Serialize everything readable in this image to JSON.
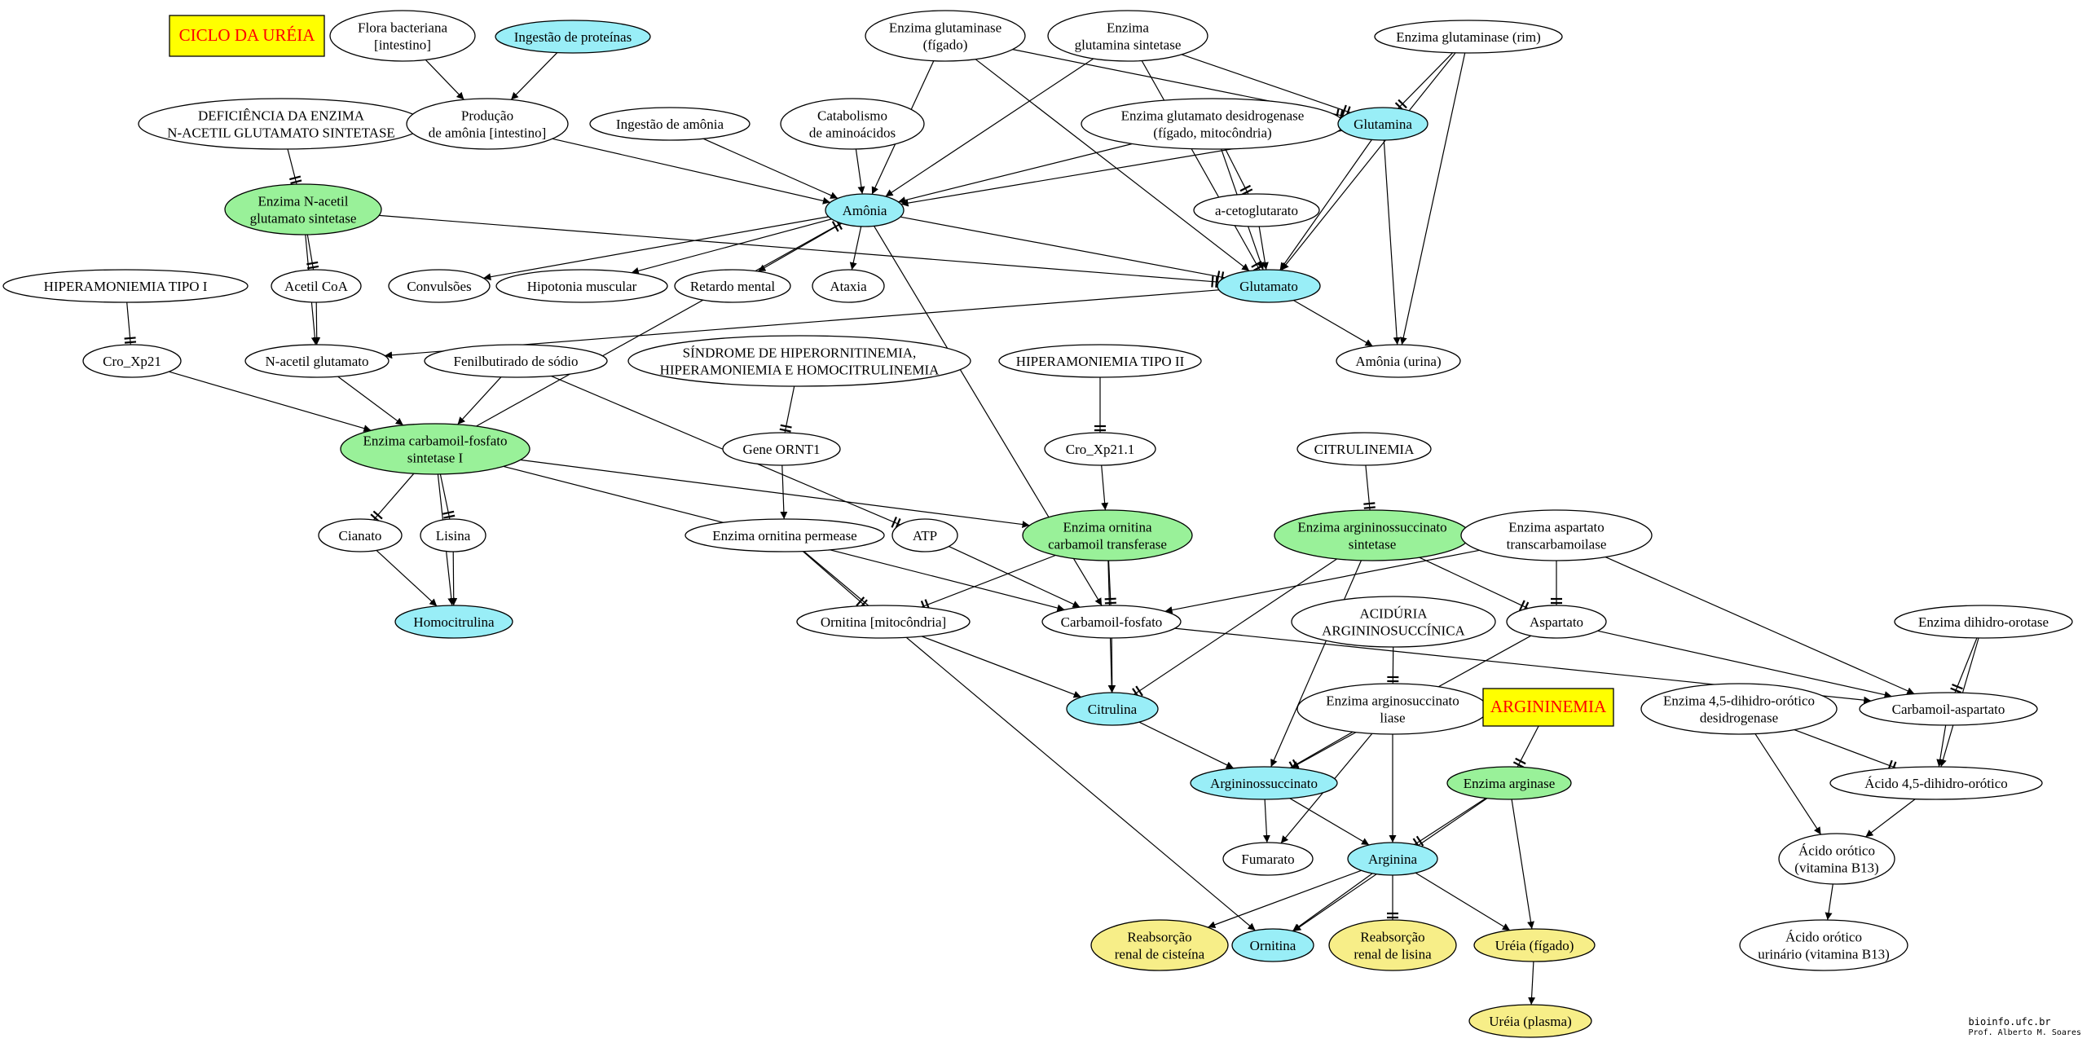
{
  "colors": {
    "cyan": "#99eef7",
    "green": "#99f199",
    "yellow": "#f7ee88",
    "box": "#ffff00",
    "box_text": "#ff0000",
    "white": "#ffffff"
  },
  "nodes": {
    "ciclo": {
      "lines": [
        "CICLO DA URÉIA"
      ],
      "shape": "box"
    },
    "flora": {
      "lines": [
        "Flora bacteriana",
        "[intestino]"
      ]
    },
    "ingprot": {
      "lines": [
        "Ingestão de proteínas"
      ],
      "fill": "cyan"
    },
    "enz_glnase_fig": {
      "lines": [
        "Enzima glutaminase",
        "(fígado)"
      ]
    },
    "enz_glnsint": {
      "lines": [
        "Enzima",
        "glutamina sintetase"
      ]
    },
    "enz_glnase_rim": {
      "lines": [
        "Enzima glutaminase (rim)"
      ]
    },
    "deficiencia": {
      "lines": [
        "DEFICIÊNCIA DA ENZIMA",
        "N-ACETIL GLUTAMATO SINTETASE"
      ]
    },
    "producao": {
      "lines": [
        "Produção",
        "de amônia [intestino]"
      ]
    },
    "ingamonia": {
      "lines": [
        "Ingestão de amônia"
      ]
    },
    "catabolismo": {
      "lines": [
        "Catabolismo",
        "de aminoácidos"
      ]
    },
    "enz_gdh": {
      "lines": [
        "Enzima glutamato desidrogenase",
        "(fígado, mitocôndria)"
      ]
    },
    "glutamina": {
      "lines": [
        "Glutamina"
      ],
      "fill": "cyan"
    },
    "enz_nags": {
      "lines": [
        "Enzima N-acetil",
        "glutamato sintetase"
      ],
      "fill": "green"
    },
    "amonia": {
      "lines": [
        "Amônia"
      ],
      "fill": "cyan"
    },
    "acetoglut": {
      "lines": [
        "a-cetoglutarato"
      ]
    },
    "hiper1": {
      "lines": [
        "HIPERAMONIEMIA TIPO I"
      ]
    },
    "acetilcoa": {
      "lines": [
        "Acetil CoA"
      ]
    },
    "convulsoes": {
      "lines": [
        "Convulsões"
      ]
    },
    "hipotonia": {
      "lines": [
        "Hipotonia muscular"
      ]
    },
    "retardo": {
      "lines": [
        "Retardo mental"
      ]
    },
    "ataxia": {
      "lines": [
        "Ataxia"
      ]
    },
    "glutamato": {
      "lines": [
        "Glutamato"
      ],
      "fill": "cyan"
    },
    "croxp21": {
      "lines": [
        "Cro_Xp21"
      ]
    },
    "nacetil": {
      "lines": [
        "N-acetil glutamato"
      ]
    },
    "fenilbut": {
      "lines": [
        "Fenilbutirado de sódio"
      ]
    },
    "sindrome": {
      "lines": [
        "SÍNDROME DE HIPERORNITINEMIA,",
        "HIPERAMONIEMIA E HOMOCITRULINEMIA"
      ]
    },
    "hiper2": {
      "lines": [
        "HIPERAMONIEMIA TIPO II"
      ]
    },
    "amonia_urina": {
      "lines": [
        "Amônia (urina)"
      ]
    },
    "enz_cps": {
      "lines": [
        "Enzima carbamoil-fosfato",
        "sintetase I"
      ],
      "fill": "green"
    },
    "gene_ornt1": {
      "lines": [
        "Gene ORNT1"
      ]
    },
    "croxp211": {
      "lines": [
        "Cro_Xp21.1"
      ]
    },
    "citrulinemia": {
      "lines": [
        "CITRULINEMIA"
      ]
    },
    "cianato": {
      "lines": [
        "Cianato"
      ]
    },
    "lisina": {
      "lines": [
        "Lisina"
      ]
    },
    "enz_ornperm": {
      "lines": [
        "Enzima ornitina permease"
      ]
    },
    "atp": {
      "lines": [
        "ATP"
      ]
    },
    "enz_otc": {
      "lines": [
        "Enzima ornitina",
        "carbamoil transferase"
      ],
      "fill": "green"
    },
    "enz_ass": {
      "lines": [
        "Enzima argininossuccinato",
        "sintetase"
      ],
      "fill": "green"
    },
    "enz_atc": {
      "lines": [
        "Enzima  aspartato",
        "transcarbamoilase"
      ]
    },
    "homocit": {
      "lines": [
        "Homocitrulina"
      ],
      "fill": "cyan"
    },
    "ornmito": {
      "lines": [
        "Ornitina [mitocôndria]"
      ]
    },
    "carbfosf": {
      "lines": [
        "Carbamoil-fosfato"
      ]
    },
    "aciduria": {
      "lines": [
        "ACIDÚRIA",
        "ARGININOSUCCÍNICA"
      ]
    },
    "aspartato": {
      "lines": [
        "Aspartato"
      ]
    },
    "enz_dhoase": {
      "lines": [
        "Enzima dihidro-orotase"
      ]
    },
    "citrulina": {
      "lines": [
        "Citrulina"
      ],
      "fill": "cyan"
    },
    "enz_asl": {
      "lines": [
        "Enzima arginosuccinato",
        "liase"
      ]
    },
    "argininemia": {
      "lines": [
        "ARGININEMIA"
      ],
      "shape": "box"
    },
    "enz_dhodh": {
      "lines": [
        "Enzima 4,5-dihidro-orótico",
        "desidrogenase"
      ]
    },
    "carbasp": {
      "lines": [
        "Carbamoil-aspartato"
      ]
    },
    "argsucc": {
      "lines": [
        "Argininossuccinato"
      ],
      "fill": "cyan"
    },
    "enz_arginase": {
      "lines": [
        "Enzima arginase"
      ],
      "fill": "green"
    },
    "dihidroorot": {
      "lines": [
        "Ácido 4,5-dihidro-orótico"
      ]
    },
    "fumarato": {
      "lines": [
        "Fumarato"
      ]
    },
    "arginina": {
      "lines": [
        "Arginina"
      ],
      "fill": "cyan"
    },
    "acorotico": {
      "lines": [
        "Ácido orótico",
        "(vitamina B13)"
      ]
    },
    "reab_cist": {
      "lines": [
        "Reabsorção",
        "renal de cisteína"
      ],
      "fill": "yellow"
    },
    "ornitina": {
      "lines": [
        "Ornitina"
      ],
      "fill": "cyan"
    },
    "reab_lis": {
      "lines": [
        "Reabsorção",
        "renal de lisina"
      ],
      "fill": "yellow"
    },
    "ureia_fig": {
      "lines": [
        "Uréia (fígado)"
      ],
      "fill": "yellow"
    },
    "acorotico_ur": {
      "lines": [
        "Ácido orótico",
        "urinário (vitamina B13)"
      ]
    },
    "ureia_plasma": {
      "lines": [
        "Uréia (plasma)"
      ],
      "fill": "yellow"
    }
  },
  "edges": [
    {
      "from": "flora",
      "to": "producao",
      "type": "arrow"
    },
    {
      "from": "ingprot",
      "to": "producao",
      "type": "arrow"
    },
    {
      "from": "producao",
      "to": "amonia",
      "type": "arrow"
    },
    {
      "from": "ingamonia",
      "to": "amonia",
      "type": "arrow"
    },
    {
      "from": "catabolismo",
      "to": "amonia",
      "type": "arrow"
    },
    {
      "from": "enz_glnase_fig",
      "to": "amonia",
      "type": "arrow"
    },
    {
      "from": "enz_glnsint",
      "to": "amonia",
      "type": "arrow"
    },
    {
      "from": "enz_gdh",
      "to": "amonia",
      "type": "arrow"
    },
    {
      "from": "glutamina",
      "to": "amonia",
      "type": "arrow"
    },
    {
      "from": "enz_glnase_fig",
      "to": "glutamina",
      "type": "tee"
    },
    {
      "from": "enz_glnsint",
      "to": "glutamina",
      "type": "tee"
    },
    {
      "from": "enz_glnase_rim",
      "to": "glutamina",
      "type": "tee"
    },
    {
      "from": "enz_glnase_fig",
      "to": "glutamato",
      "type": "arrow"
    },
    {
      "from": "enz_glnsint",
      "to": "glutamato",
      "type": "tee"
    },
    {
      "from": "enz_gdh",
      "to": "glutamato",
      "type": "arrow"
    },
    {
      "from": "enz_gdh",
      "to": "acetoglut",
      "type": "tee"
    },
    {
      "from": "acetoglut",
      "to": "glutamato",
      "type": "arrow"
    },
    {
      "from": "glutamina",
      "to": "glutamato",
      "type": "arrow"
    },
    {
      "from": "enz_glnase_rim",
      "to": "glutamato",
      "type": "arrow"
    },
    {
      "from": "glutamina",
      "to": "amonia_urina",
      "type": "arrow"
    },
    {
      "from": "enz_glnase_rim",
      "to": "amonia_urina",
      "type": "arrow"
    },
    {
      "from": "glutamato",
      "to": "amonia_urina",
      "type": "arrow"
    },
    {
      "from": "amonia",
      "to": "glutamato",
      "type": "tee"
    },
    {
      "from": "amonia",
      "to": "convulsoes",
      "type": "arrow"
    },
    {
      "from": "amonia",
      "to": "hipotonia",
      "type": "arrow"
    },
    {
      "from": "amonia",
      "to": "retardo",
      "type": "arrow"
    },
    {
      "from": "amonia",
      "to": "ataxia",
      "type": "arrow"
    },
    {
      "from": "amonia",
      "to": "carbfosf",
      "type": "arrow"
    },
    {
      "from": "deficiencia",
      "to": "enz_nags",
      "type": "tee"
    },
    {
      "from": "enz_nags",
      "to": "glutamato",
      "type": "tee"
    },
    {
      "from": "enz_nags",
      "to": "acetilcoa",
      "type": "tee"
    },
    {
      "from": "enz_nags",
      "to": "nacetil",
      "type": "arrow"
    },
    {
      "from": "acetilcoa",
      "to": "nacetil",
      "type": "arrow"
    },
    {
      "from": "glutamato",
      "to": "nacetil",
      "type": "arrow"
    },
    {
      "from": "hiper1",
      "to": "croxp21",
      "type": "tee"
    },
    {
      "from": "croxp21",
      "to": "enz_cps",
      "type": "arrow"
    },
    {
      "from": "nacetil",
      "to": "enz_cps",
      "type": "arrow"
    },
    {
      "from": "fenilbut",
      "to": "enz_cps",
      "type": "arrow"
    },
    {
      "from": "fenilbut",
      "to": "atp",
      "type": "tee"
    },
    {
      "from": "enz_cps",
      "to": "amonia",
      "type": "tee"
    },
    {
      "from": "enz_cps",
      "to": "cianato",
      "type": "tee"
    },
    {
      "from": "enz_cps",
      "to": "lisina",
      "type": "tee"
    },
    {
      "from": "enz_cps",
      "to": "homocit",
      "type": "arrow"
    },
    {
      "from": "enz_cps",
      "to": "carbfosf",
      "type": "arrow"
    },
    {
      "from": "enz_cps",
      "to": "enz_otc",
      "type": "arrow"
    },
    {
      "from": "cianato",
      "to": "homocit",
      "type": "arrow"
    },
    {
      "from": "lisina",
      "to": "homocit",
      "type": "arrow"
    },
    {
      "from": "sindrome",
      "to": "gene_ornt1",
      "type": "tee"
    },
    {
      "from": "gene_ornt1",
      "to": "enz_ornperm",
      "type": "arrow"
    },
    {
      "from": "enz_ornperm",
      "to": "ornmito",
      "type": "tee"
    },
    {
      "from": "enz_ornperm",
      "to": "ornitina",
      "type": "arrow"
    },
    {
      "from": "hiper2",
      "to": "croxp211",
      "type": "tee"
    },
    {
      "from": "croxp211",
      "to": "enz_otc",
      "type": "arrow"
    },
    {
      "from": "atp",
      "to": "carbfosf",
      "type": "arrow"
    },
    {
      "from": "enz_otc",
      "to": "ornmito",
      "type": "tee"
    },
    {
      "from": "enz_otc",
      "to": "carbfosf",
      "type": "tee"
    },
    {
      "from": "enz_otc",
      "to": "citrulina",
      "type": "arrow"
    },
    {
      "from": "ornmito",
      "to": "citrulina",
      "type": "arrow"
    },
    {
      "from": "carbfosf",
      "to": "citrulina",
      "type": "arrow"
    },
    {
      "from": "carbfosf",
      "to": "carbasp",
      "type": "arrow"
    },
    {
      "from": "citrulinemia",
      "to": "enz_ass",
      "type": "tee"
    },
    {
      "from": "enz_ass",
      "to": "citrulina",
      "type": "tee"
    },
    {
      "from": "enz_ass",
      "to": "argsucc",
      "type": "arrow"
    },
    {
      "from": "enz_ass",
      "to": "aspartato",
      "type": "tee"
    },
    {
      "from": "enz_atc",
      "to": "carbfosf",
      "type": "arrow"
    },
    {
      "from": "enz_atc",
      "to": "aspartato",
      "type": "tee"
    },
    {
      "from": "enz_atc",
      "to": "carbasp",
      "type": "arrow"
    },
    {
      "from": "aspartato",
      "to": "argsucc",
      "type": "arrow"
    },
    {
      "from": "aspartato",
      "to": "carbasp",
      "type": "arrow"
    },
    {
      "from": "citrulina",
      "to": "argsucc",
      "type": "arrow"
    },
    {
      "from": "aciduria",
      "to": "enz_asl",
      "type": "tee"
    },
    {
      "from": "enz_asl",
      "to": "argsucc",
      "type": "tee"
    },
    {
      "from": "enz_asl",
      "to": "fumarato",
      "type": "arrow"
    },
    {
      "from": "enz_asl",
      "to": "arginina",
      "type": "arrow"
    },
    {
      "from": "argsucc",
      "to": "fumarato",
      "type": "arrow"
    },
    {
      "from": "argsucc",
      "to": "arginina",
      "type": "arrow"
    },
    {
      "from": "argininemia",
      "to": "enz_arginase",
      "type": "tee"
    },
    {
      "from": "enz_arginase",
      "to": "arginina",
      "type": "tee"
    },
    {
      "from": "enz_arginase",
      "to": "ornitina",
      "type": "arrow"
    },
    {
      "from": "enz_arginase",
      "to": "ureia_fig",
      "type": "arrow"
    },
    {
      "from": "arginina",
      "to": "reab_cist",
      "type": "arrow"
    },
    {
      "from": "arginina",
      "to": "ornitina",
      "type": "arrow"
    },
    {
      "from": "arginina",
      "to": "reab_lis",
      "type": "tee"
    },
    {
      "from": "arginina",
      "to": "ureia_fig",
      "type": "arrow"
    },
    {
      "from": "ureia_fig",
      "to": "ureia_plasma",
      "type": "arrow"
    },
    {
      "from": "enz_dhoase",
      "to": "carbasp",
      "type": "tee"
    },
    {
      "from": "enz_dhoase",
      "to": "dihidroorot",
      "type": "arrow"
    },
    {
      "from": "carbasp",
      "to": "dihidroorot",
      "type": "arrow"
    },
    {
      "from": "enz_dhodh",
      "to": "dihidroorot",
      "type": "tee"
    },
    {
      "from": "enz_dhodh",
      "to": "acorotico",
      "type": "arrow"
    },
    {
      "from": "dihidroorot",
      "to": "acorotico",
      "type": "arrow"
    },
    {
      "from": "acorotico",
      "to": "acorotico_ur",
      "type": "arrow"
    }
  ],
  "footer": {
    "line1": "bioinfo.ufc.br",
    "line2": "Prof. Alberto M. Soares"
  }
}
